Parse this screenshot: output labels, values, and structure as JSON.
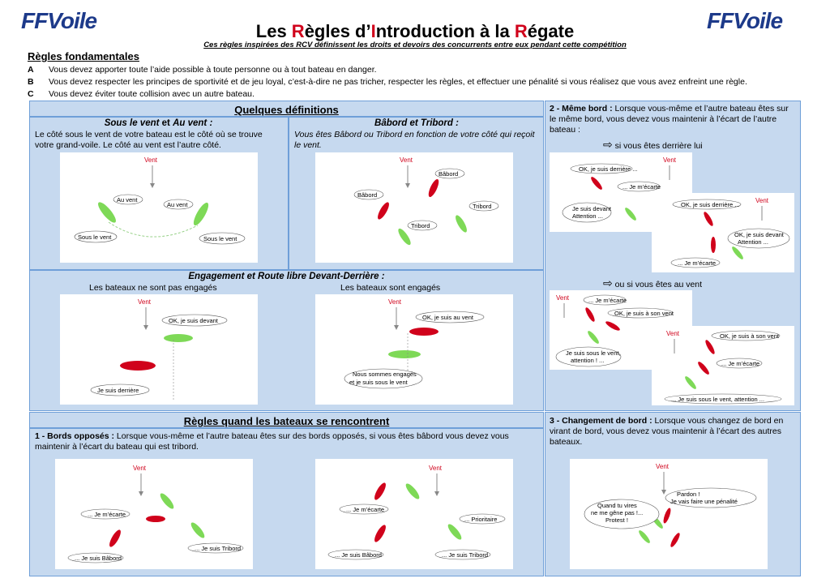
{
  "logo": {
    "text_ff": "FF",
    "text_voile": "Voile"
  },
  "title": {
    "p1": "Les ",
    "r1": "R",
    "p2": "ègles d’",
    "r2": "I",
    "p3": "ntroduction à la ",
    "r3": "R",
    "p4": "égate"
  },
  "subtitle": "Ces règles inspirées des RCV définissent les droits et devoirs des concurrents entre eux pendant cette compétition",
  "fundamentals": {
    "title": "Règles fondamentales",
    "rules": [
      {
        "letter": "A",
        "text": "Vous devez apporter toute l’aide possible à toute personne ou à tout bateau en danger."
      },
      {
        "letter": "B",
        "text": "Vous devez respecter les principes de sportivité et de jeu loyal, c’est-à-dire ne pas tricher, respecter les règles, et effectuer une pénalité si vous réalisez que vous avez enfreint une règle."
      },
      {
        "letter": "C",
        "text": "Vous devez éviter toute collision avec un autre bateau."
      }
    ]
  },
  "definitions": {
    "title": "Quelques définitions",
    "vent": {
      "head_a": "Sous le vent",
      "head_b": " et ",
      "head_c": "Au vent :",
      "text": "Le côté sous le vent de votre bateau est le côté où se trouve votre grand-voile. Le côté au vent est l’autre côté.",
      "labels": {
        "wind": "Vent",
        "au_vent": "Au vent",
        "sous_le_vent": "Sous le vent"
      }
    },
    "babord": {
      "head": "Bâbord et Tribord :",
      "text": "Vous êtes Bâbord ou Tribord en fonction de votre côté qui reçoit le vent.",
      "labels": {
        "wind": "Vent",
        "babord": "Bâbord",
        "tribord": "Tribord"
      }
    },
    "engagement": {
      "head": "Engagement et Route libre Devant-Derrière :",
      "left_caption": "Les bateaux ne sont pas engagés",
      "right_caption": "Les bateaux sont engagés",
      "labels": {
        "wind": "Vent",
        "devant": "OK, je suis devant",
        "derriere": "Je suis derrière",
        "au_vent": "OK, je suis au vent",
        "engages": "Nous sommes engagés",
        "engages2": "et je suis sous le vent"
      }
    }
  },
  "encounter": {
    "title": "Règles quand les bateaux se rencontrent",
    "rule1": {
      "head": "1 - Bords opposés :",
      "text": " Lorsque vous-même et l’autre bateau êtes sur des bords opposés, si vous êtes bâbord vous devez vous maintenir à l’écart du bateau qui est tribord.",
      "labels": {
        "wind": "Vent",
        "ecarte": "... Je m’écarte",
        "babord": "... Je suis Bâbord",
        "tribord": "... Je suis Tribord",
        "prioritaire": "... Prioritaire"
      }
    }
  },
  "same_side": {
    "head": "2 - Même bord :",
    "text": " Lorsque vous-même et l’autre bateau êtes sur le même bord, vous devez vous maintenir à l’écart de l’autre bateau :",
    "arrow1": "si vous êtes derrière lui",
    "arrow2": "ou si vous êtes au vent",
    "labels": {
      "wind": "Vent",
      "ok_derriere": "OK, je suis derrière ...",
      "ecarte": "... Je m’écarte",
      "devant": "Je suis devant",
      "attention": "Attention ...",
      "devant_b": "OK, je suis devant",
      "attention_b": "Attention ...",
      "son_vent": "OK, je suis à son vent",
      "sous_vent": "Je suis sous le vent,",
      "attention_c": "attention ! ...",
      "sous_vent_b": "... Je suis sous le vent, attention ..."
    }
  },
  "tack": {
    "head": "3 - Changement de bord :",
    "text": " Lorsque vous changez de bord en virant de bord, vous devez vous maintenir à l’écart des autres bateaux.",
    "labels": {
      "wind": "Vent",
      "pardon": "Pardon !",
      "penalite": "Je vais faire une pénalité",
      "q1": "Quand tu vires",
      "q2": "ne me gêne pas !...",
      "q3": "Protest !"
    }
  },
  "colors": {
    "panel": "#c6d9ef",
    "border": "#6f9fd8",
    "red": "#d0021b",
    "green": "#7ed957",
    "brand": "#1d3a8a"
  }
}
